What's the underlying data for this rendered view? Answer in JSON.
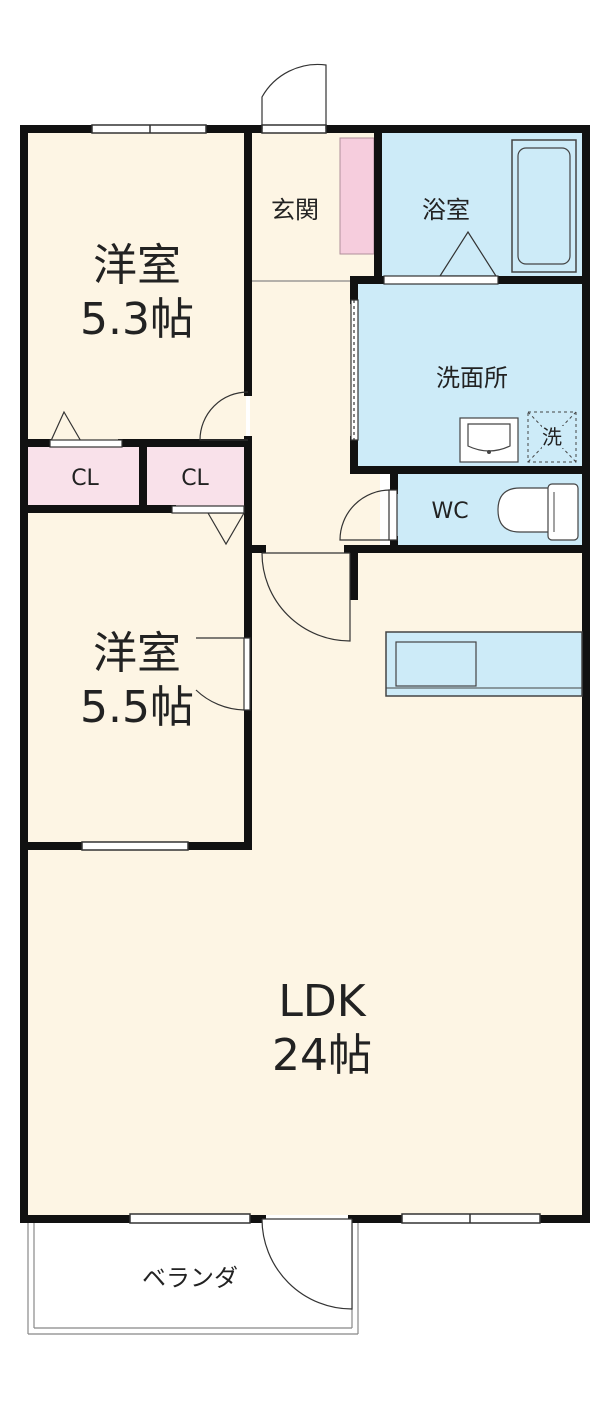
{
  "rooms": {
    "western1": {
      "name": "洋室",
      "size": "5.3帖"
    },
    "western2": {
      "name": "洋室",
      "size": "5.5帖"
    },
    "closet1": "CL",
    "closet2": "CL",
    "entrance": "玄関",
    "bathroom": "浴室",
    "washroom": "洗面所",
    "toilet": "WC",
    "ldk": {
      "name": "LDK",
      "size": "24帖"
    },
    "balcony": "ベランダ",
    "washer_mark": "洗"
  },
  "colors": {
    "room_fill": "#fdf5e4",
    "wet_fill": "#cdebf8",
    "closet_fill": "#f9e1ea",
    "shoebox_fill": "#f6cddd",
    "wall": "#111111"
  }
}
